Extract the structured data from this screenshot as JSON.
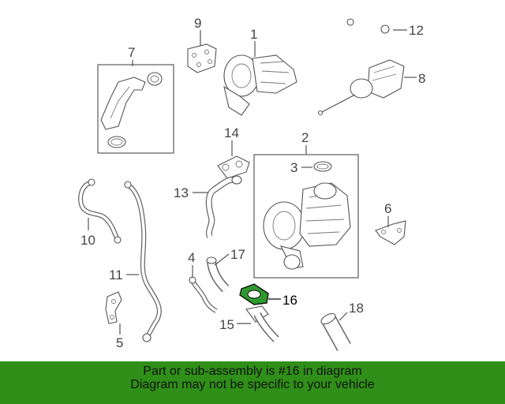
{
  "callouts": {
    "c1": "1",
    "c2": "2",
    "c3": "3",
    "c4": "4",
    "c5": "5",
    "c6": "6",
    "c7": "7",
    "c8": "8",
    "c9": "9",
    "c10": "10",
    "c11": "11",
    "c12": "12",
    "c13": "13",
    "c14": "14",
    "c15": "15",
    "c16": "16",
    "c17": "17",
    "c18": "18"
  },
  "highlight_part": "16",
  "highlight_color": "#2e9a2e",
  "banner": {
    "line1": "Part or sub-assembly is #16 in diagram",
    "line2": "Diagram may not be specific to your vehicle",
    "background": "#2f8f18"
  }
}
